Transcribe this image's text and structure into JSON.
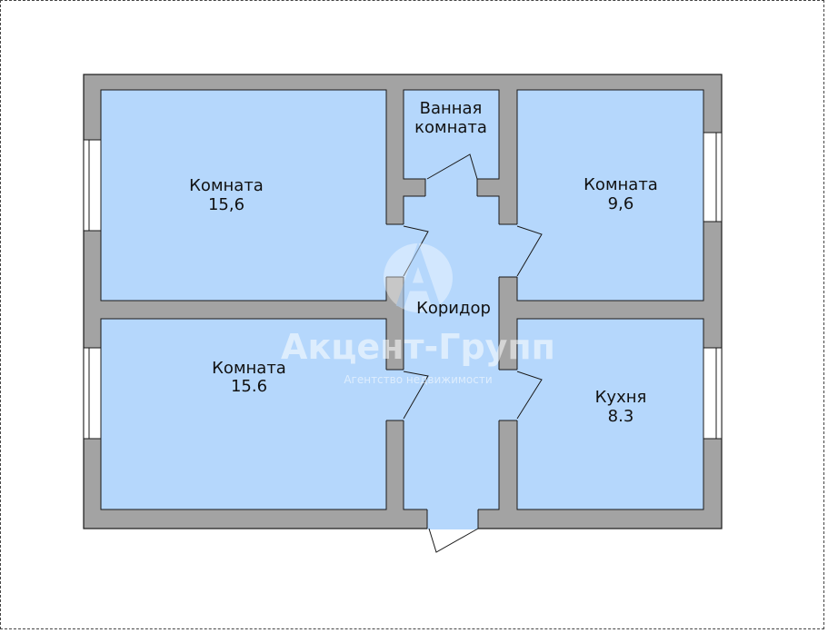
{
  "rooms": {
    "room_top_left": {
      "name": "Комната",
      "area": "15,6"
    },
    "bathroom": {
      "name_line1": "Ванная",
      "name_line2": "комната"
    },
    "room_top_right": {
      "name": "Комната",
      "area": "9,6"
    },
    "room_bottom_left": {
      "name": "Комната",
      "area": "15.6"
    },
    "corridor": {
      "name": "Коридор"
    },
    "kitchen": {
      "name": "Кухня",
      "area": "8.3"
    }
  },
  "watermark": {
    "brand": "Акцент-Групп",
    "tagline": "Агентство недвижимости"
  },
  "colors": {
    "room_fill": "#b5d7fc",
    "wall_fill": "#a3a3a3",
    "line": "#1a1a1a",
    "window_fill": "#ffffff"
  }
}
